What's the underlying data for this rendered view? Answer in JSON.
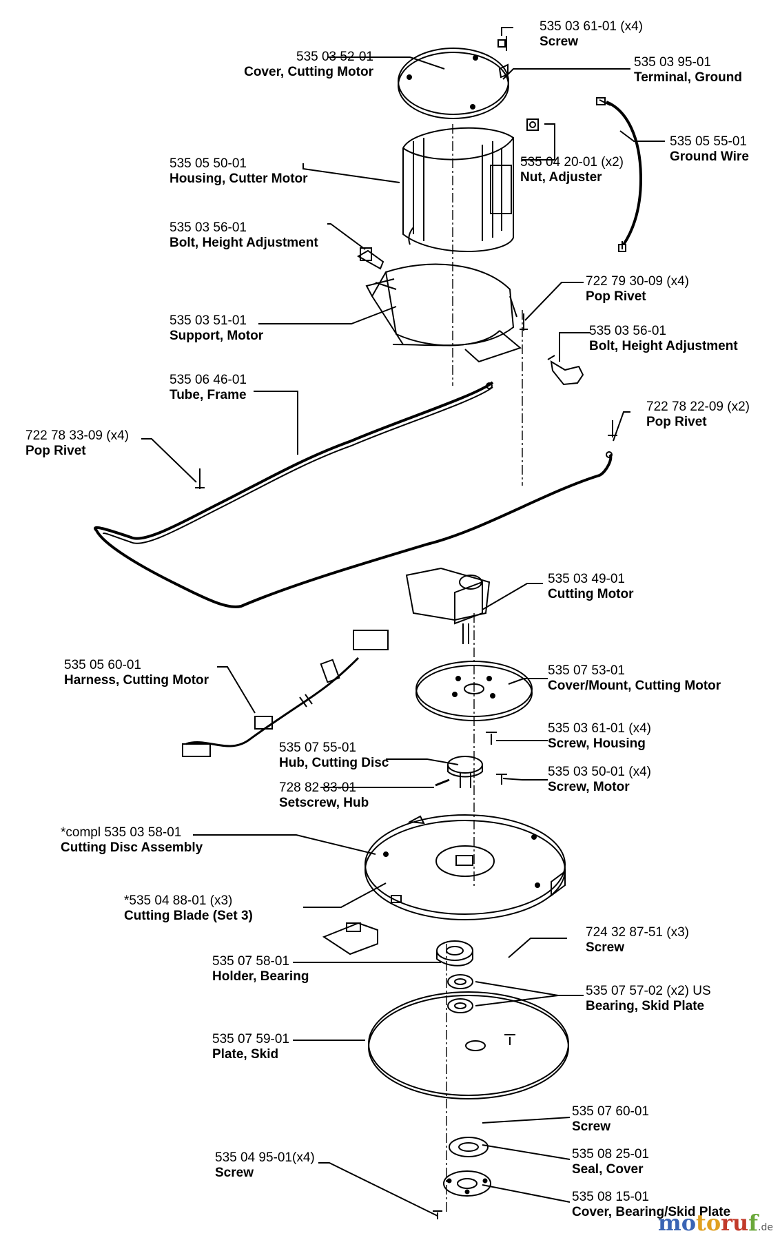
{
  "parts": [
    {
      "id": "p1",
      "number": "535 03 61-01 (x4)",
      "name": "Screw"
    },
    {
      "id": "p2",
      "number": "535 03 52-01",
      "name": "Cover, Cutting Motor"
    },
    {
      "id": "p3",
      "number": "535 03 95-01",
      "name": "Terminal, Ground"
    },
    {
      "id": "p4",
      "number": "535 05 55-01",
      "name": "Ground Wire"
    },
    {
      "id": "p5",
      "number": "535 05 50-01",
      "name": "Housing, Cutter Motor"
    },
    {
      "id": "p6",
      "number": "535 04 20-01 (x2)",
      "name": "Nut, Adjuster"
    },
    {
      "id": "p7",
      "number": "535 03 56-01",
      "name": "Bolt, Height Adjustment"
    },
    {
      "id": "p8",
      "number": "722 79 30-09 (x4)",
      "name": "Pop Rivet"
    },
    {
      "id": "p9",
      "number": "535 03 51-01",
      "name": "Support, Motor"
    },
    {
      "id": "p10",
      "number": "535 03 56-01",
      "name": "Bolt, Height Adjustment"
    },
    {
      "id": "p11",
      "number": "535 06 46-01",
      "name": "Tube, Frame"
    },
    {
      "id": "p12",
      "number": "722 78 22-09 (x2)",
      "name": "Pop Rivet"
    },
    {
      "id": "p13",
      "number": "722 78 33-09 (x4)",
      "name": "Pop Rivet"
    },
    {
      "id": "p14",
      "number": "535 03 49-01",
      "name": "Cutting Motor"
    },
    {
      "id": "p15",
      "number": "535 05 60-01",
      "name": "Harness, Cutting Motor"
    },
    {
      "id": "p16",
      "number": "535 07 53-01",
      "name": "Cover/Mount, Cutting Motor"
    },
    {
      "id": "p17",
      "number": "535 03 61-01 (x4)",
      "name": "Screw, Housing"
    },
    {
      "id": "p18",
      "number": "535 07 55-01",
      "name": "Hub, Cutting Disc"
    },
    {
      "id": "p19",
      "number": "535 03 50-01 (x4)",
      "name": "Screw, Motor"
    },
    {
      "id": "p20",
      "number": "728 82 83-01",
      "name": "Setscrew, Hub"
    },
    {
      "id": "p21",
      "number": "*compl 535 03 58-01",
      "name": "Cutting Disc Assembly"
    },
    {
      "id": "p22",
      "number": "*535 04 88-01 (x3)",
      "name": "Cutting Blade (Set 3)"
    },
    {
      "id": "p23",
      "number": "724 32 87-51 (x3)",
      "name": "Screw"
    },
    {
      "id": "p24",
      "number": "535 07 58-01",
      "name": "Holder, Bearing"
    },
    {
      "id": "p25",
      "number": "535 07 57-02 (x2)  US",
      "name": "Bearing, Skid Plate"
    },
    {
      "id": "p26",
      "number": "535 07 59-01",
      "name": "Plate, Skid"
    },
    {
      "id": "p27",
      "number": "535 07 60-01",
      "name": "Screw"
    },
    {
      "id": "p28",
      "number": "535 08 25-01",
      "name": "Seal, Cover"
    },
    {
      "id": "p29",
      "number": "535 04 95-01(x4)",
      "name": "Screw"
    },
    {
      "id": "p30",
      "number": "535 08 15-01",
      "name": "Cover, Bearing/Skid Plate"
    }
  ],
  "watermark": {
    "c1": "mo",
    "c2": "to",
    "c3": "ru",
    "c4": "f",
    "suffix": ".de"
  }
}
